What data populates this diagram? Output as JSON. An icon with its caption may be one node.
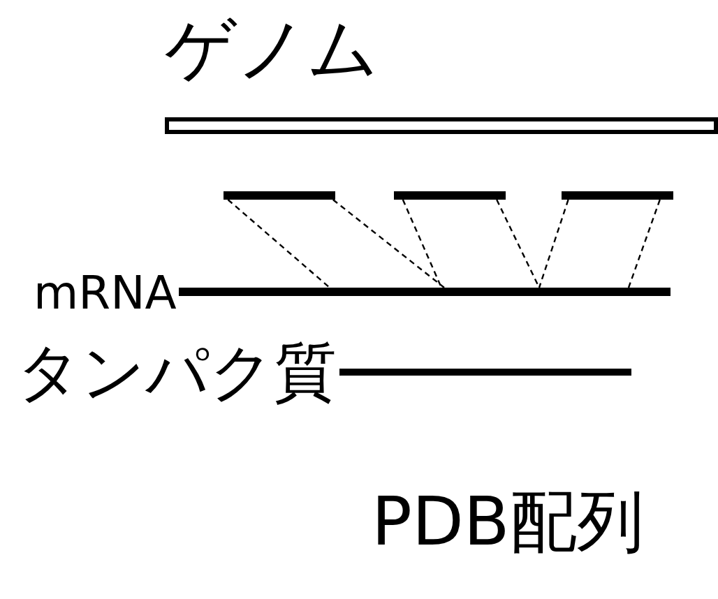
{
  "diagram": {
    "nodes": [
      {
        "text": [
          "ゲノム"
        ]
      },
      {
        "text": [],
        "shape": "bar"
      },
      {
        "text": [],
        "shape": "bar"
      },
      {
        "text": [],
        "shape": "bar"
      },
      {
        "text": [
          "mRNA"
        ]
      },
      {
        "text": [
          "タンパク質"
        ]
      }
    ],
    "edges": [
      {
        "from": 1,
        "to": 4,
        "arrow": "none",
        "style": "dashed"
      },
      {
        "from": 1,
        "to": 4,
        "arrow": "none",
        "style": "dashed"
      },
      {
        "from": 2,
        "to": 4,
        "arrow": "none",
        "style": "dashed"
      },
      {
        "from": 2,
        "to": 4,
        "arrow": "none",
        "style": "dashed"
      },
      {
        "from": 3,
        "to": 4,
        "arrow": "none",
        "style": "dashed"
      },
      {
        "from": 3,
        "to": 4,
        "arrow": "none",
        "style": "dashed"
      }
    ],
    "labels": [
      "PDB配列"
    ]
  }
}
